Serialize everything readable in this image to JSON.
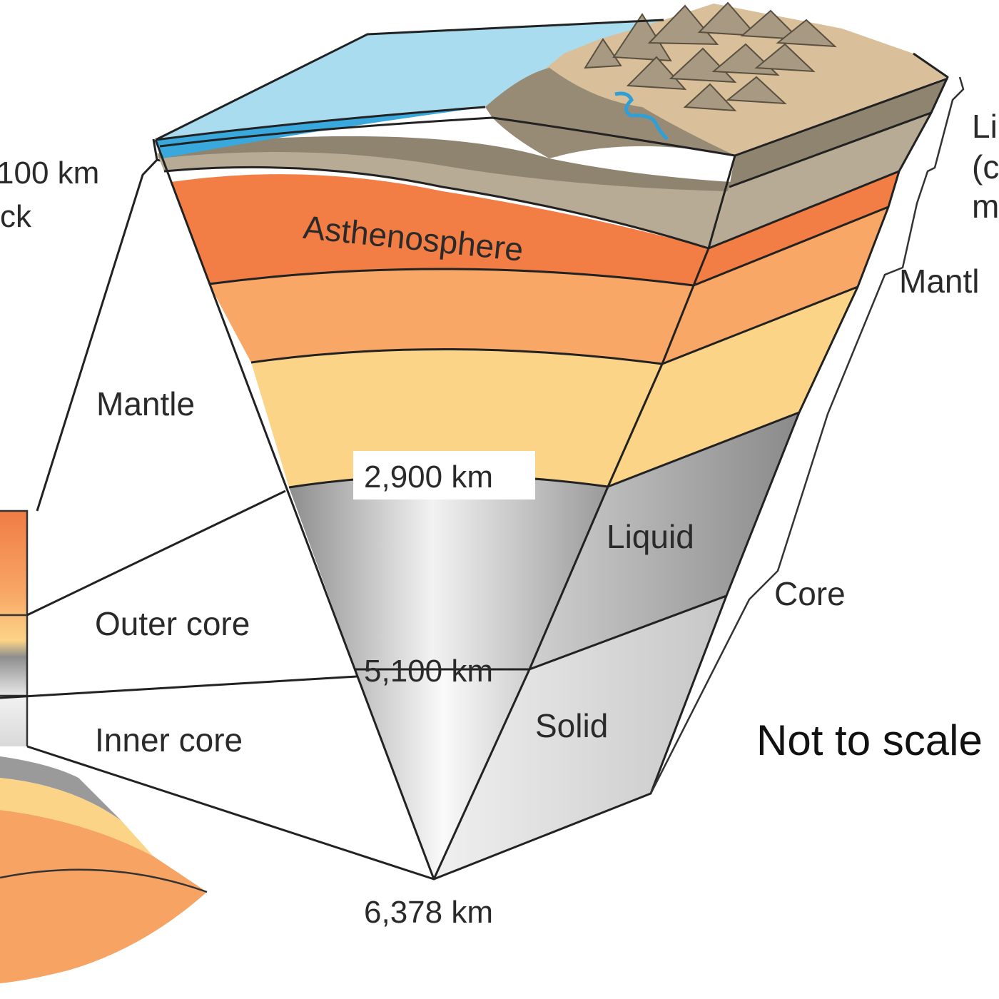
{
  "labels": {
    "asthenosphere": "Asthenosphere",
    "mantle_left": "Mantle",
    "outer_core": "Outer core",
    "inner_core": "Inner core",
    "liquid": "Liquid",
    "solid": "Solid",
    "core": "Core",
    "mantle_right": "Mantl",
    "lithosphere_partial_1": "Li",
    "lithosphere_partial_2": "(c",
    "lithosphere_partial_3": "m",
    "depth_lithosphere_partial": "100 km",
    "thick_partial": "ck",
    "depth_2900": "2,900 km",
    "depth_5100": "5,100 km",
    "depth_6378": "6,378 km",
    "not_to_scale": "Not to scale"
  },
  "colors": {
    "ocean": "#a9dcef",
    "ocean_edge": "#39a8dc",
    "crust_dark": "#8f8470",
    "crust_light": "#b8ab95",
    "land_top": "#d9c09a",
    "asthenosphere": "#f27d45",
    "upper_mantle": "#f8a766",
    "lower_mantle": "#fcd488",
    "outer_core": "#a9a9a9",
    "inner_core": "#e6e6e6",
    "river": "#2f9fd6"
  }
}
